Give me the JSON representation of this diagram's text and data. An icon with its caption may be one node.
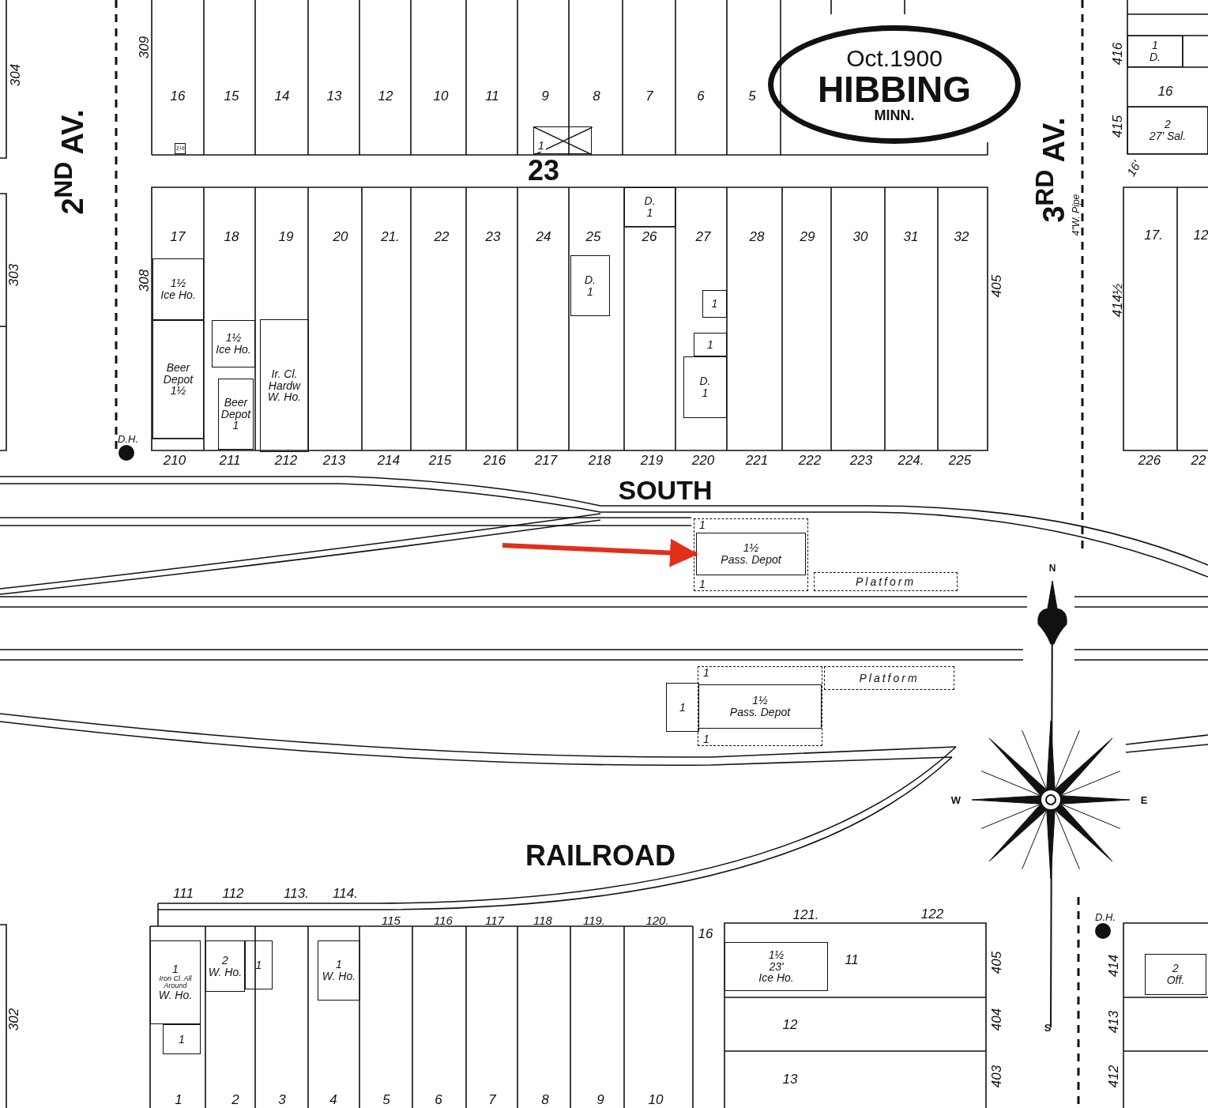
{
  "diagram": {
    "nodes": [
      {
        "text": [
          "Oct.1900",
          "HIBBING",
          "MINN."
        ]
      },
      {
        "text": [
          "1½"
        ]
      },
      {
        "text": [
          "1"
        ]
      },
      {
        "text": [
          "1½",
          "Ice Ho."
        ]
      },
      {
        "text": [
          "Beer Depot",
          "1½"
        ]
      },
      {
        "text": [
          "1½",
          "Ice Ho."
        ]
      },
      {
        "text": [
          "Beer Depot",
          "1"
        ]
      },
      {
        "text": [
          "Ir. Cl.",
          "Hardw W. Ho."
        ]
      },
      {
        "text": [
          "D.",
          "1"
        ]
      },
      {
        "text": [
          "D.",
          "1"
        ]
      },
      {
        "text": [
          "1"
        ]
      },
      {
        "text": [
          "1"
        ]
      },
      {
        "text": [
          "D.",
          "1"
        ]
      },
      {
        "text": [
          "1",
          "1"
        ]
      },
      {
        "text": [
          "1½",
          "Pass. Depot"
        ],
        "in": 13
      },
      {
        "text": [
          "Platform"
        ]
      },
      {
        "text": [
          "1",
          "1"
        ]
      },
      {
        "text": [
          "1½",
          "Pass. Depot"
        ],
        "in": 16
      },
      {
        "text": [
          "1"
        ]
      },
      {
        "text": [
          "Platform"
        ]
      },
      {
        "text": [
          "1",
          "Iron Cl. All Around",
          "W. Ho."
        ]
      },
      {
        "text": [
          "1"
        ]
      },
      {
        "text": [
          "2",
          "W. Ho."
        ]
      },
      {
        "text": [
          "1"
        ]
      },
      {
        "text": [
          "1",
          "W. Ho."
        ]
      },
      {
        "text": [
          "1½",
          "23'",
          "Ice Ho."
        ]
      },
      {
        "text": [
          "2",
          "Off."
        ]
      },
      {
        "text": [
          "1",
          "D."
        ]
      },
      {
        "text": [
          "2",
          "27' Sal."
        ]
      }
    ],
    "edges": [
      {
        "from": null,
        "to": 14,
        "arrow": "to",
        "color": "#e0301a"
      }
    ],
    "labels": [
      "2$^{ND}$ AV.",
      "309",
      "304",
      "303",
      "308",
      "16",
      "15",
      "14",
      "13",
      "12",
      "10",
      "11",
      "9",
      "8",
      "7",
      "6",
      "5",
      "23",
      "17",
      "18",
      "19",
      "20",
      "21.",
      "22",
      "23",
      "24",
      "25",
      "26",
      "27",
      "28",
      "29",
      "30",
      "31",
      "32",
      "210",
      "211",
      "212",
      "213",
      "214",
      "215",
      "216",
      "217",
      "218",
      "219",
      "220",
      "221",
      "222",
      "223",
      "224.",
      "225",
      "405",
      "3$^{RD}$ AV.",
      "4\"W. Pipe",
      "416",
      "16",
      "415",
      "16'",
      "17.",
      "12",
      "414½",
      "226",
      "22",
      "D.H.",
      "SOUTH",
      "N",
      "W",
      "E",
      "S",
      "RAILROAD",
      "111",
      "112",
      "113.",
      "114.",
      "115",
      "116",
      "117",
      "118",
      "119.",
      "120.",
      "16",
      "121.",
      "122",
      "11",
      "12",
      "13",
      "405",
      "404",
      "403",
      "302",
      "D.H.",
      "414",
      "413",
      "412",
      "1",
      "2",
      "3",
      "4",
      "5",
      "6",
      "7",
      "8",
      "9",
      "10"
    ]
  }
}
